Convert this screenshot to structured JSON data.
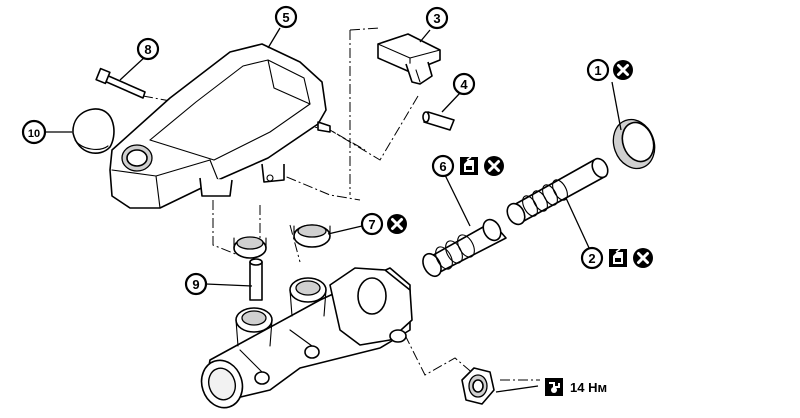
{
  "callouts": {
    "c1": "1",
    "c2": "2",
    "c3": "3",
    "c4": "4",
    "c5": "5",
    "c6": "6",
    "c7": "7",
    "c8": "8",
    "c9": "9",
    "c10": "10"
  },
  "symbols": {
    "replace": "replace-do-not-reuse-icon",
    "grease": "brake-grease-icon",
    "torque": "torque-wrench-icon"
  },
  "torque": {
    "value": "14 Нм"
  }
}
